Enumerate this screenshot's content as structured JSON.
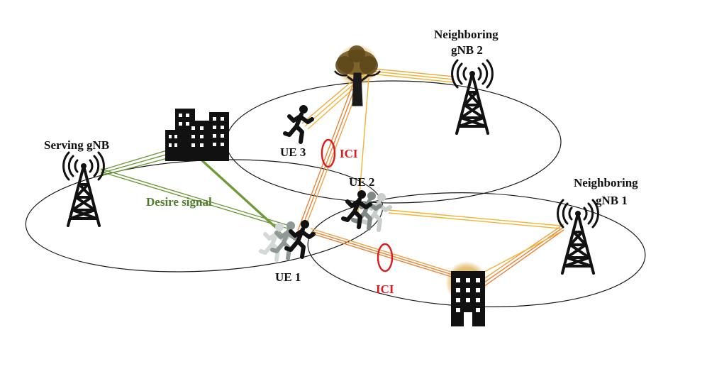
{
  "labels": {
    "serving_gnb": "Serving gNB",
    "neighboring_gnb2_line1": "Neighboring",
    "neighboring_gnb2_line2": "gNB 2",
    "neighboring_gnb1_line1": "Neighboring",
    "neighboring_gnb1_line2": "gNB 1",
    "ue1": "UE 1",
    "ue2": "UE 2",
    "ue3": "UE 3",
    "ici_upper": "ICI",
    "ici_lower": "ICI",
    "desire_signal": "Desire signal"
  },
  "colors": {
    "desired_signal": "#6f9a3c",
    "interference_orange": "#e8833a",
    "interference_yellow": "#f2b233",
    "ici_marker": "#e01b1b",
    "reflector_glow_green": "#b8d8a0",
    "reflector_glow_gold": "#d9a641"
  },
  "icons": {
    "tower": "cell-tower-icon",
    "building": "building-icon",
    "tree": "tree-icon",
    "runner": "running-person-icon"
  }
}
